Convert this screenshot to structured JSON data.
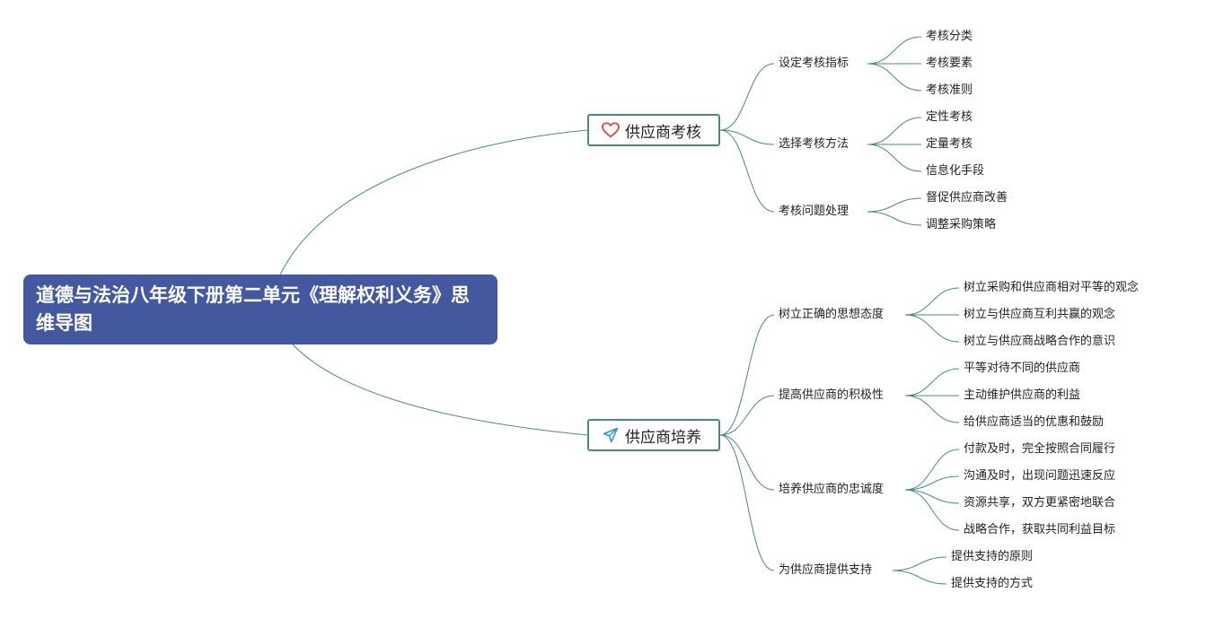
{
  "root": {
    "title": "道德与法治八年级下册第二单元《理解权利义务》思维导图"
  },
  "colors": {
    "root_bg": "#4458a0",
    "branch_border": "#4a8a7c",
    "link": "#4a8a7c",
    "heart_icon": "#d9463b",
    "send_icon": "#2b8fd1"
  },
  "branches": [
    {
      "label": "供应商考核",
      "icon": "heart-icon",
      "children": [
        {
          "label": "设定考核指标",
          "children": [
            "考核分类",
            "考核要素",
            "考核准则"
          ]
        },
        {
          "label": "选择考核方法",
          "children": [
            "定性考核",
            "定量考核",
            "信息化手段"
          ]
        },
        {
          "label": "考核问题处理",
          "children": [
            "督促供应商改善",
            "调整采购策略"
          ]
        }
      ]
    },
    {
      "label": "供应商培养",
      "icon": "send-icon",
      "children": [
        {
          "label": "树立正确的思想态度",
          "children": [
            "树立采购和供应商相对平等的观念",
            "树立与供应商互利共赢的观念",
            "树立与供应商战略合作的意识"
          ]
        },
        {
          "label": "提高供应商的积极性",
          "children": [
            "平等对待不同的供应商",
            "主动维护供应商的利益",
            "给供应商适当的优惠和鼓励"
          ]
        },
        {
          "label": "培养供应商的忠诚度",
          "children": [
            "付款及时，完全按照合同履行",
            "沟通及时，出现问题迅速反应",
            "资源共享，双方更紧密地联合",
            "战略合作，获取共同利益目标"
          ]
        },
        {
          "label": "为供应商提供支持",
          "children": [
            "提供支持的原则",
            "提供支持的方式"
          ]
        }
      ]
    }
  ]
}
